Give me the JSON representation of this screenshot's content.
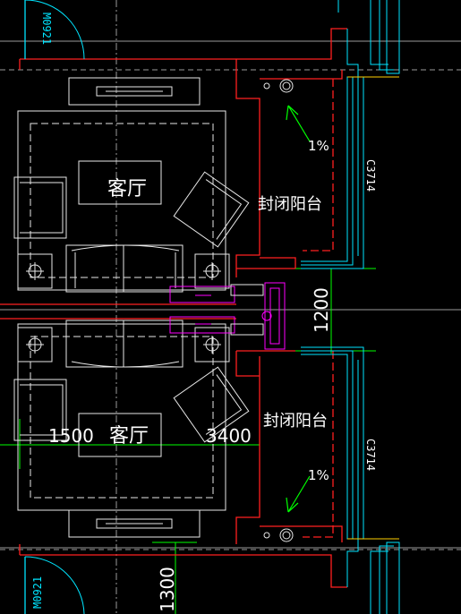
{
  "drawing": {
    "rooms": {
      "living_room_upper": "客厅",
      "living_room_lower": "客厅",
      "balcony_upper": "封闭阳台",
      "balcony_lower": "封闭阳台"
    },
    "doors": {
      "door_upper": "M0921",
      "door_lower": "M0921"
    },
    "windows": {
      "window_upper": "C3714",
      "window_lower": "C3714"
    },
    "slopes": {
      "slope_upper": "1%",
      "slope_lower": "1%"
    },
    "dimensions": {
      "dim_1200": "1200",
      "dim_1500": "1500",
      "dim_3400": "3400",
      "dim_1300": "1300"
    },
    "colors": {
      "background": "#000000",
      "wall": "#ff2020",
      "axis": "#9a9a9a",
      "dimension": "#00ff00",
      "window": "#00e5ff",
      "furniture": "#e8e8e8",
      "fixture": "#ff00ff",
      "door_arc": "#00e5ff",
      "annotation": "#ffffff"
    }
  }
}
